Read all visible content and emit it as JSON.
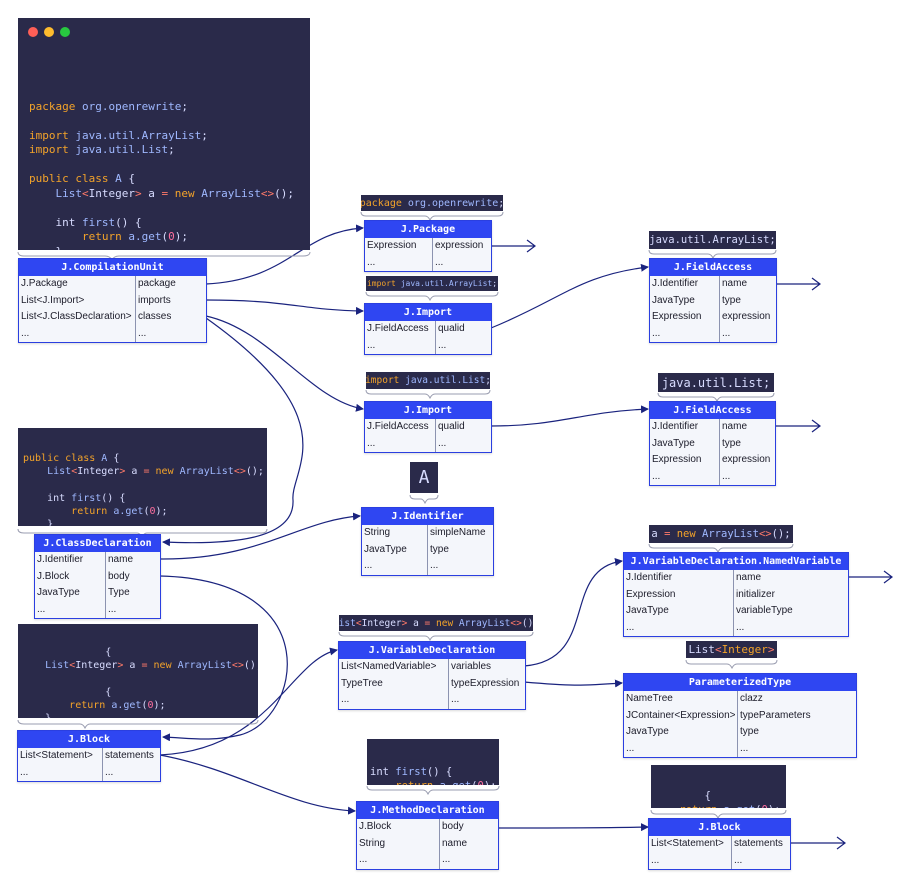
{
  "colors": {
    "node_header": "#2f46f2",
    "code_bg": "#2a2a4a",
    "keyword": "#f3a32a",
    "identifier": "#9fb8ff",
    "number": "#ff6fa0",
    "wire": "#1a237e"
  },
  "main_code": [
    [],
    [
      [
        "kw",
        "package"
      ],
      [
        "t",
        " "
      ],
      [
        "id",
        "org.openrewrite"
      ],
      [
        "t",
        ";"
      ]
    ],
    [],
    [
      [
        "kw",
        "import"
      ],
      [
        "t",
        " "
      ],
      [
        "id",
        "java.util.ArrayList"
      ],
      [
        "t",
        ";"
      ]
    ],
    [
      [
        "kw",
        "import"
      ],
      [
        "t",
        " "
      ],
      [
        "id",
        "java.util.List"
      ],
      [
        "t",
        ";"
      ]
    ],
    [],
    [
      [
        "kw",
        "public"
      ],
      [
        "t",
        " "
      ],
      [
        "kw",
        "class"
      ],
      [
        "t",
        " "
      ],
      [
        "id",
        "A"
      ],
      [
        "t",
        " {"
      ]
    ],
    [
      [
        "t",
        "    "
      ],
      [
        "id",
        "List"
      ],
      [
        "op",
        "<"
      ],
      [
        "t",
        "Integer"
      ],
      [
        "op",
        ">"
      ],
      [
        "t",
        " a "
      ],
      [
        "op",
        "="
      ],
      [
        "t",
        " "
      ],
      [
        "kw",
        "new"
      ],
      [
        "t",
        " "
      ],
      [
        "id",
        "ArrayList"
      ],
      [
        "op",
        "<>"
      ],
      [
        "t",
        "();"
      ]
    ],
    [],
    [
      [
        "t",
        "    int "
      ],
      [
        "id",
        "first"
      ],
      [
        "t",
        "() {"
      ]
    ],
    [
      [
        "t",
        "        "
      ],
      [
        "kw",
        "return"
      ],
      [
        "t",
        " "
      ],
      [
        "id",
        "a.get"
      ],
      [
        "t",
        "("
      ],
      [
        "num",
        "0"
      ],
      [
        "t",
        ");"
      ]
    ],
    [
      [
        "t",
        "    }"
      ]
    ],
    [
      [
        "t",
        "}"
      ]
    ]
  ],
  "class_code": [
    [
      [
        "kw",
        "public"
      ],
      [
        "t",
        " "
      ],
      [
        "kw",
        "class"
      ],
      [
        "t",
        " "
      ],
      [
        "id",
        "A"
      ],
      [
        "t",
        " {"
      ]
    ],
    [
      [
        "t",
        "    "
      ],
      [
        "id",
        "List"
      ],
      [
        "op",
        "<"
      ],
      [
        "t",
        "Integer"
      ],
      [
        "op",
        ">"
      ],
      [
        "t",
        " a "
      ],
      [
        "op",
        "="
      ],
      [
        "t",
        " "
      ],
      [
        "kw",
        "new"
      ],
      [
        "t",
        " "
      ],
      [
        "id",
        "ArrayList"
      ],
      [
        "op",
        "<>"
      ],
      [
        "t",
        "();"
      ]
    ],
    [],
    [
      [
        "t",
        "    int "
      ],
      [
        "id",
        "first"
      ],
      [
        "t",
        "() {"
      ]
    ],
    [
      [
        "t",
        "        "
      ],
      [
        "kw",
        "return"
      ],
      [
        "t",
        " "
      ],
      [
        "id",
        "a.get"
      ],
      [
        "t",
        "("
      ],
      [
        "num",
        "0"
      ],
      [
        "t",
        ");"
      ]
    ],
    [
      [
        "t",
        "    }"
      ]
    ],
    [
      [
        "t",
        "}"
      ]
    ]
  ],
  "block_code": [
    [
      [
        "t",
        "              {"
      ]
    ],
    [
      [
        "t",
        "    "
      ],
      [
        "id",
        "List"
      ],
      [
        "op",
        "<"
      ],
      [
        "t",
        "Integer"
      ],
      [
        "op",
        ">"
      ],
      [
        "t",
        " a "
      ],
      [
        "op",
        "="
      ],
      [
        "t",
        " "
      ],
      [
        "kw",
        "new"
      ],
      [
        "t",
        " "
      ],
      [
        "id",
        "ArrayList"
      ],
      [
        "op",
        "<>"
      ],
      [
        "t",
        "();"
      ]
    ],
    [],
    [
      [
        "t",
        "              {"
      ]
    ],
    [
      [
        "t",
        "        "
      ],
      [
        "kw",
        "return"
      ],
      [
        "t",
        " "
      ],
      [
        "id",
        "a.get"
      ],
      [
        "t",
        "("
      ],
      [
        "num",
        "0"
      ],
      [
        "t",
        ");"
      ]
    ],
    [
      [
        "t",
        "    }"
      ]
    ],
    [
      [
        "t",
        "}"
      ]
    ]
  ],
  "method_code": [
    [
      [
        "t",
        "int "
      ],
      [
        "id",
        "first"
      ],
      [
        "t",
        "() {"
      ]
    ],
    [
      [
        "t",
        "    "
      ],
      [
        "kw",
        "return"
      ],
      [
        "t",
        " "
      ],
      [
        "id",
        "a.get"
      ],
      [
        "t",
        "("
      ],
      [
        "num",
        "0"
      ],
      [
        "t",
        ");"
      ]
    ],
    [
      [
        "t",
        "}"
      ]
    ]
  ],
  "inner_block_code": [
    [
      [
        "t",
        "        {"
      ]
    ],
    [
      [
        "t",
        "    "
      ],
      [
        "kw",
        "return"
      ],
      [
        "t",
        " "
      ],
      [
        "id",
        "a.get"
      ],
      [
        "t",
        "("
      ],
      [
        "num",
        "0"
      ],
      [
        "t",
        ");"
      ]
    ],
    [
      [
        "t",
        "}"
      ]
    ]
  ],
  "labels": [
    {
      "id": "lbl-package",
      "parts": [
        [
          "kw",
          "package"
        ],
        [
          "t",
          " "
        ],
        [
          "id",
          "org.openrewrite"
        ],
        [
          "t",
          ";"
        ]
      ]
    },
    {
      "id": "lbl-import1",
      "parts": [
        [
          "kw",
          "import"
        ],
        [
          "t",
          " "
        ],
        [
          "id",
          "java.util.ArrayList"
        ],
        [
          "t",
          ";"
        ]
      ]
    },
    {
      "id": "lbl-import2",
      "parts": [
        [
          "kw",
          "import"
        ],
        [
          "t",
          " "
        ],
        [
          "id",
          "java.util.List"
        ],
        [
          "t",
          ";"
        ]
      ]
    },
    {
      "id": "lbl-fa1",
      "parts": [
        [
          "t",
          "java.util.ArrayList;"
        ]
      ]
    },
    {
      "id": "lbl-fa2",
      "parts": [
        [
          "t",
          "java.util.List;"
        ]
      ]
    },
    {
      "id": "lbl-ident",
      "parts": [
        [
          "t",
          "A"
        ]
      ]
    },
    {
      "id": "lbl-vardecl",
      "parts": [
        [
          "id",
          "List"
        ],
        [
          "op",
          "<"
        ],
        [
          "t",
          "Integer"
        ],
        [
          "op",
          ">"
        ],
        [
          "t",
          " a "
        ],
        [
          "op",
          "="
        ],
        [
          "t",
          " "
        ],
        [
          "kw",
          "new"
        ],
        [
          "t",
          " "
        ],
        [
          "id",
          "ArrayList"
        ],
        [
          "op",
          "<>"
        ],
        [
          "t",
          "();"
        ]
      ]
    },
    {
      "id": "lbl-named",
      "parts": [
        [
          "t",
          "a "
        ],
        [
          "op",
          "="
        ],
        [
          "t",
          " "
        ],
        [
          "kw",
          "new"
        ],
        [
          "t",
          " "
        ],
        [
          "id",
          "ArrayList"
        ],
        [
          "op",
          "<>"
        ],
        [
          "t",
          "();"
        ]
      ]
    },
    {
      "id": "lbl-param",
      "parts": [
        [
          "t",
          "List"
        ],
        [
          "op",
          "<"
        ],
        [
          "kw",
          "Integer"
        ],
        [
          "op",
          ">"
        ]
      ]
    }
  ],
  "nodes": [
    {
      "id": "cu",
      "title": "J.CompilationUnit",
      "rows": [
        [
          "J.Package",
          "package"
        ],
        [
          "List<J.Import>",
          "imports"
        ],
        [
          "List<J.ClassDeclaration>",
          "classes"
        ],
        [
          "...",
          "..."
        ]
      ]
    },
    {
      "id": "pkg",
      "title": "J.Package",
      "rows": [
        [
          "Expression",
          "expression"
        ],
        [
          "...",
          "..."
        ]
      ]
    },
    {
      "id": "imp1",
      "title": "J.Import",
      "rows": [
        [
          "J.FieldAccess",
          "qualid"
        ],
        [
          "...",
          "..."
        ]
      ]
    },
    {
      "id": "imp2",
      "title": "J.Import",
      "rows": [
        [
          "J.FieldAccess",
          "qualid"
        ],
        [
          "...",
          "..."
        ]
      ]
    },
    {
      "id": "fa1",
      "title": "J.FieldAccess",
      "rows": [
        [
          "J.Identifier",
          "name"
        ],
        [
          "JavaType",
          "type"
        ],
        [
          "Expression",
          "expression"
        ],
        [
          "...",
          "..."
        ]
      ]
    },
    {
      "id": "fa2",
      "title": "J.FieldAccess",
      "rows": [
        [
          "J.Identifier",
          "name"
        ],
        [
          "JavaType",
          "type"
        ],
        [
          "Expression",
          "expression"
        ],
        [
          "...",
          "..."
        ]
      ]
    },
    {
      "id": "ident",
      "title": "J.Identifier",
      "rows": [
        [
          "String",
          "simpleName"
        ],
        [
          "JavaType",
          "type"
        ],
        [
          "...",
          "..."
        ]
      ]
    },
    {
      "id": "cls",
      "title": "J.ClassDeclaration",
      "rows": [
        [
          "J.Identifier",
          "name"
        ],
        [
          "J.Block",
          "body"
        ],
        [
          "JavaType",
          "Type"
        ],
        [
          "...",
          "..."
        ]
      ]
    },
    {
      "id": "blk",
      "title": "J.Block",
      "rows": [
        [
          "List<Statement>",
          "statements"
        ],
        [
          "...",
          "..."
        ]
      ]
    },
    {
      "id": "vd",
      "title": "J.VariableDeclaration",
      "rows": [
        [
          "List<NamedVariable>",
          "variables"
        ],
        [
          "TypeTree",
          "typeExpression"
        ],
        [
          "...",
          "..."
        ]
      ]
    },
    {
      "id": "nv",
      "title": "J.VariableDeclaration.NamedVariable",
      "rows": [
        [
          "J.Identifier",
          "name"
        ],
        [
          "Expression",
          "initializer"
        ],
        [
          "JavaType",
          "variableType"
        ],
        [
          "...",
          "..."
        ]
      ]
    },
    {
      "id": "pt",
      "title": "ParameterizedType",
      "rows": [
        [
          "NameTree",
          "clazz"
        ],
        [
          "JContainer<Expression>",
          "typeParameters"
        ],
        [
          "JavaType",
          "type"
        ],
        [
          "...",
          "..."
        ]
      ]
    },
    {
      "id": "md",
      "title": "J.MethodDeclaration",
      "rows": [
        [
          "J.Block",
          "body"
        ],
        [
          "String",
          "name"
        ],
        [
          "...",
          "..."
        ]
      ]
    },
    {
      "id": "blk2",
      "title": "J.Block",
      "rows": [
        [
          "List<Statement>",
          "statements"
        ],
        [
          "...",
          "..."
        ]
      ]
    }
  ]
}
